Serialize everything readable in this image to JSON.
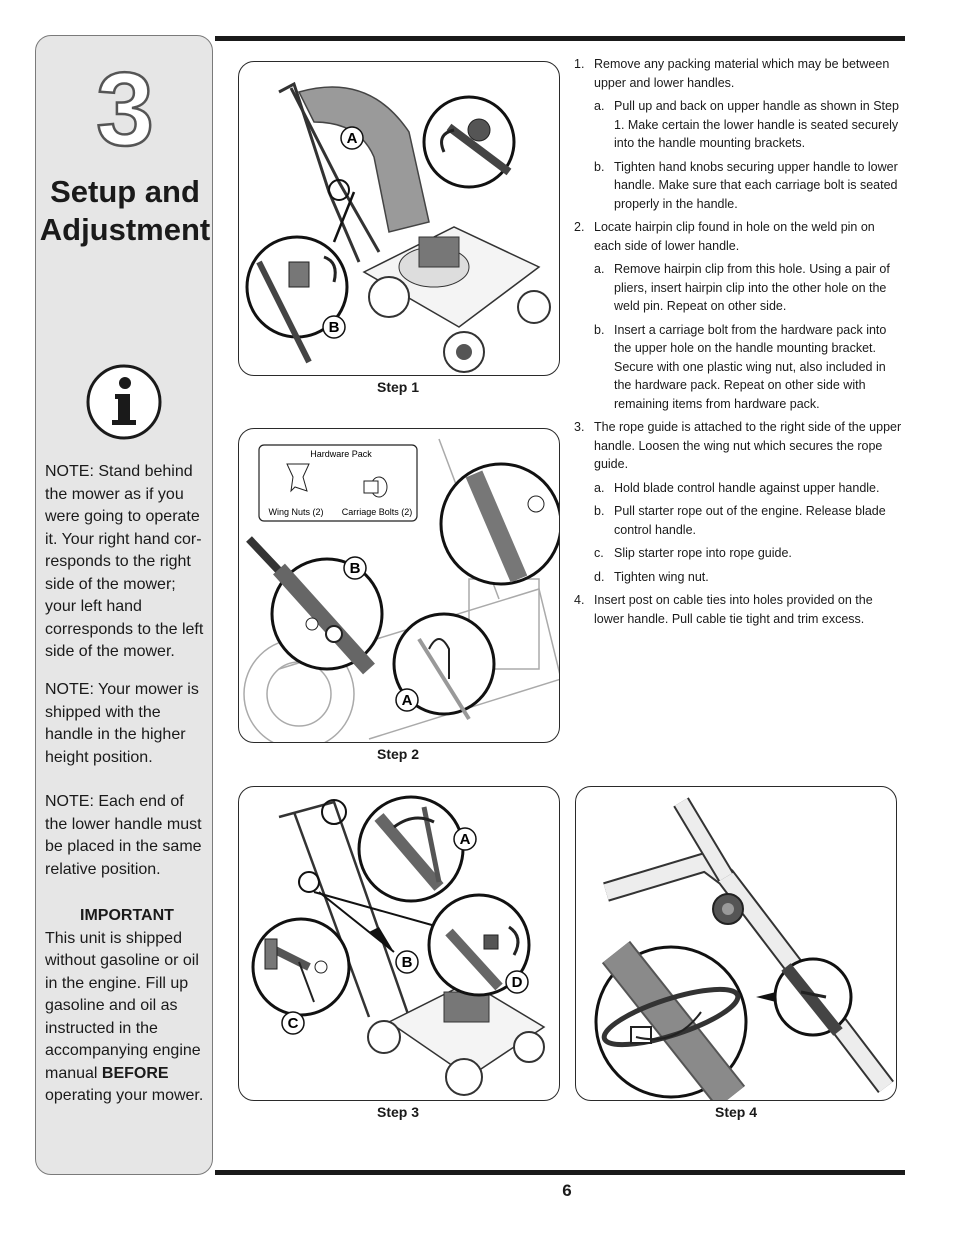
{
  "sidebar": {
    "chapter_number": "3",
    "title_line1": "Setup and",
    "title_line2": "Adjustment",
    "info_icon": "info-icon",
    "note1": "NOTE: Stand behind the mower as if you were going to operate it. Your right hand cor-responds to the right side of the mower; your left hand corresponds to the left side of the mower.",
    "note2": "NOTE: Your mower is shipped with the handle in the higher height position.",
    "note3": "NOTE: Each end of the lower handle must be placed in the same relative position.",
    "important_heading": "IMPORTANT",
    "important_text_before": "This unit is shipped without gasoline or oil in the engine. Fill up gasoline and oil as instructed in the accompanying engine manual ",
    "important_bold": "BEFORE",
    "important_text_after": " operating your mower."
  },
  "figures": {
    "step1_caption": "Step 1",
    "step2_caption": "Step 2",
    "step3_caption": "Step 3",
    "step4_caption": "Step 4",
    "step1_labels": {
      "a": "A",
      "b": "B"
    },
    "step2_labels": {
      "a": "A",
      "b": "B"
    },
    "step3_labels": {
      "a": "A",
      "b": "B",
      "c": "C",
      "d": "D"
    },
    "hardware_pack": {
      "title": "Hardware Pack",
      "wing_nuts": "Wing Nuts (2)",
      "carriage_bolts": "Carriage Bolts (2)"
    }
  },
  "instructions": [
    {
      "num": "1.",
      "text": "Remove any packing material which may be between upper and lower handles.",
      "subs": [
        {
          "let": "a.",
          "text": "Pull up and back on upper handle as shown in Step 1. Make certain the lower handle is seated securely into the handle mounting brackets."
        },
        {
          "let": "b.",
          "text": "Tighten hand knobs securing upper handle to lower handle. Make sure that each carriage bolt is seated properly in the handle."
        }
      ]
    },
    {
      "num": "2.",
      "text": "Locate hairpin clip found in hole on the weld pin on each side of lower handle.",
      "subs": [
        {
          "let": "a.",
          "text": "Remove hairpin clip from this hole. Using a pair of pliers, insert hairpin clip into the other hole on the weld pin. Repeat on other side."
        },
        {
          "let": "b.",
          "text": "Insert a carriage bolt from the hardware pack into the upper hole on the handle mounting bracket. Secure with one plastic wing nut, also included in the hardware pack. Repeat on other side with remaining items from hardware pack."
        }
      ]
    },
    {
      "num": "3.",
      "text": "The rope guide is attached to the right side of the upper handle. Loosen the wing nut which secures the rope guide.",
      "subs": [
        {
          "let": "a.",
          "text": "Hold blade control handle against upper handle."
        },
        {
          "let": "b.",
          "text": "Pull starter rope out of the engine. Release blade control handle."
        },
        {
          "let": "c.",
          "text": "Slip starter rope into rope guide."
        },
        {
          "let": "d.",
          "text": "Tighten wing nut."
        }
      ]
    },
    {
      "num": "4.",
      "text": "Insert post on cable ties into holes provided on the lower handle. Pull cable tie tight and trim excess.",
      "subs": []
    }
  ],
  "page_number": "6"
}
